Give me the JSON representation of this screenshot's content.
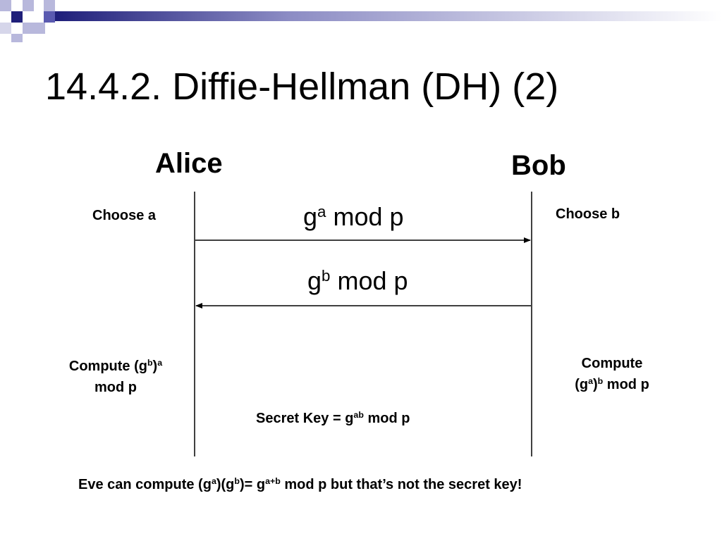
{
  "title": "14.4.2. Diffie-Hellman (DH) (2)",
  "alice": {
    "name": "Alice",
    "choose": "Choose a",
    "compute_line1_prefix": "Compute (g",
    "compute_line1_sup1": "b",
    "compute_line1_mid": ")",
    "compute_line1_sup2": "a",
    "compute_line2": "mod p"
  },
  "bob": {
    "name": "Bob",
    "choose": "Choose b",
    "compute_line1": "Compute",
    "compute_line2_prefix": "(g",
    "compute_line2_sup1": "a",
    "compute_line2_mid": ")",
    "compute_line2_sup2": "b",
    "compute_line2_suffix": " mod p"
  },
  "messages": {
    "to_bob_base": "g",
    "to_bob_exp": "a",
    "to_bob_suffix": " mod p",
    "to_alice_base": "g",
    "to_alice_exp": "b",
    "to_alice_suffix": " mod p"
  },
  "secret": {
    "prefix": "Secret Key = g",
    "exp": "ab",
    "suffix": " mod p"
  },
  "eve": {
    "part1": "Eve can compute (g",
    "sup1": "a",
    "part2": ")(g",
    "sup2": "b",
    "part3": ")= g",
    "sup3": "a+b",
    "part4": " mod p but that’s not the secret key!"
  },
  "colors": {
    "accent_dark": "#1f1f7a",
    "accent_mid": "#5a5ab0",
    "accent_light": "#b8b8dc",
    "line": "#000000"
  }
}
